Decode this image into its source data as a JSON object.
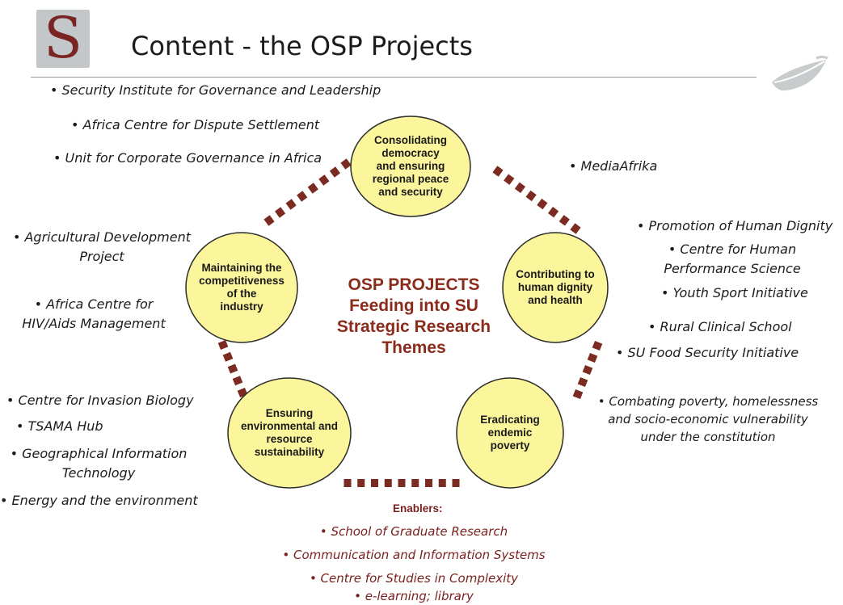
{
  "title": "Content - the OSP Projects",
  "logo_letter": "S",
  "colors": {
    "circle_fill": "#fbf59c",
    "circle_stroke": "#2b2b2b",
    "dash": "#7b2b22",
    "center_text": "#8a2b1c",
    "enablers_text": "#7a1f1f"
  },
  "center": "OSP PROJECTS\nFeeding into SU\nStrategic Research\nThemes",
  "nodes": [
    {
      "label": "Consolidating\ndemocracy\nand ensuring\nregional peace\nand security"
    },
    {
      "label": "Contributing to\nhuman dignity\nand health"
    },
    {
      "label": "Eradicating\nendemic\npoverty"
    },
    {
      "label": "Ensuring\nenvironmental and\nresource\nsustainability"
    },
    {
      "label": "Maintaining the\ncompetitiveness\nof the\nindustry"
    }
  ],
  "top_left_items": [
    "• Security Institute for Governance and Leadership",
    "• Africa Centre for Dispute Settlement",
    "• Unit for Corporate Governance in Africa"
  ],
  "top_right_item": "• MediaAfrika",
  "right_items": [
    "• Promotion of Human Dignity",
    "• Centre for Human\nPerformance Science",
    "• Youth Sport Initiative",
    "• Rural Clinical School",
    "• SU Food Security Initiative"
  ],
  "bottom_right_item": "• Combating poverty, homelessness\nand socio-economic vulnerability\nunder the constitution",
  "left_items": [
    "• Agricultural Development\nProject",
    "• Africa Centre for\nHIV/Aids Management"
  ],
  "bottom_left_items": [
    "• Centre for Invasion Biology",
    "• TSAMA Hub",
    "• Geographical Information\nTechnology",
    "• Energy and the environment"
  ],
  "enablers": {
    "title": "Enablers:",
    "items": [
      "• School of Graduate Research",
      "• Communication and Information Systems",
      "• Centre for Studies in Complexity",
      "• e-learning; library"
    ]
  }
}
